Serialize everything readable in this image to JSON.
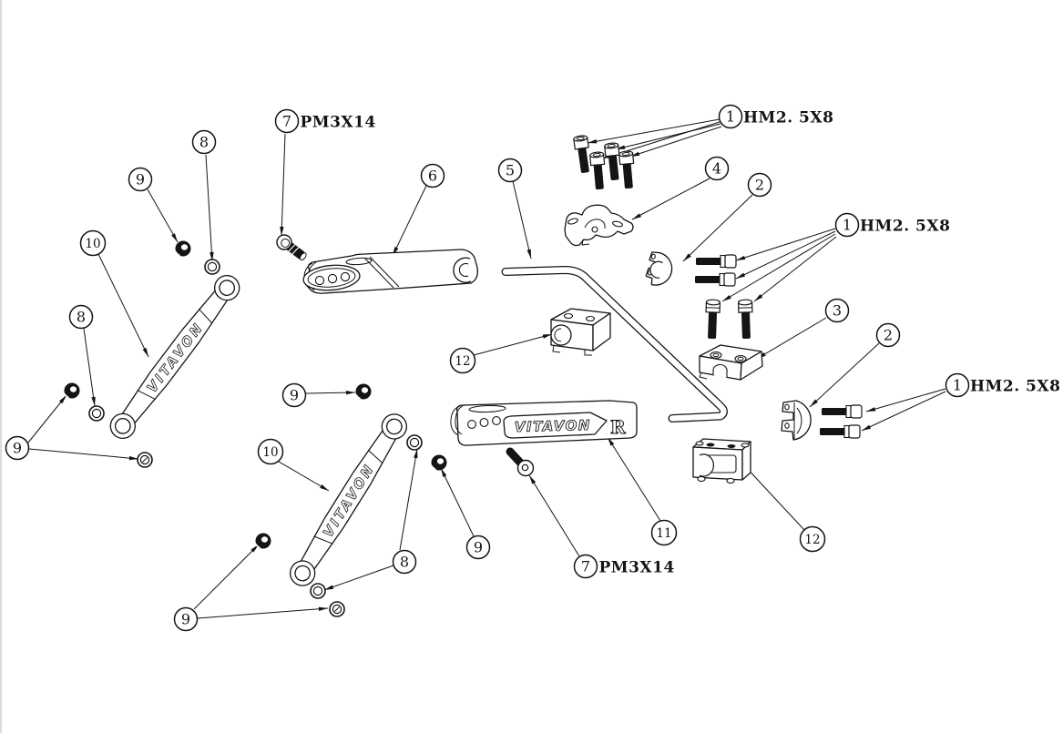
{
  "diagram": {
    "background": "#ffffff",
    "line_color": "#141414",
    "type": "exploded-parts-assembly-diagram"
  },
  "callouts": [
    {
      "number": "7",
      "label": "PM3X14"
    },
    {
      "number": "8"
    },
    {
      "number": "9"
    },
    {
      "number": "10"
    },
    {
      "number": "6"
    },
    {
      "number": "5"
    },
    {
      "number": "1",
      "label": "HM2. 5X8"
    },
    {
      "number": "4"
    },
    {
      "number": "2"
    },
    {
      "number": "1",
      "label": "HM2. 5X8"
    },
    {
      "number": "3"
    },
    {
      "number": "2"
    },
    {
      "number": "1",
      "label": "HM2. 5X8"
    },
    {
      "number": "12"
    },
    {
      "number": "12"
    },
    {
      "number": "11"
    },
    {
      "number": "7",
      "label": "PM3X14"
    },
    {
      "number": "8"
    },
    {
      "number": "9"
    },
    {
      "number": "9"
    },
    {
      "number": "10"
    },
    {
      "number": "9"
    },
    {
      "number": "8"
    },
    {
      "number": "9"
    }
  ],
  "engravings": {
    "link_upper": "VITAVON",
    "link_lower": "VITAVON",
    "arm_badge": "VITAVON",
    "arm_mark": "R"
  }
}
